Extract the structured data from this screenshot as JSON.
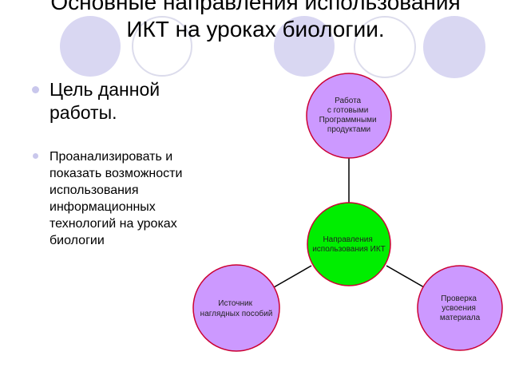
{
  "title": {
    "line1": "Основные направления использования",
    "line2": "ИКТ на уроках биологии."
  },
  "bullets": {
    "goal": "Цель данной работы.",
    "description": "Проанализировать и показать возможности использования информационных технологий на уроках биологии"
  },
  "diagram": {
    "center": {
      "lines": [
        "Направления",
        "использования ИКТ"
      ],
      "color": "#00ee00"
    },
    "nodes": [
      {
        "id": "top",
        "lines": [
          "Работа",
          "с готовыми",
          "Программными",
          "продуктами"
        ],
        "color": "#cc99ff"
      },
      {
        "id": "left",
        "lines": [
          "Источник",
          "наглядных пособий"
        ],
        "color": "#cc99ff"
      },
      {
        "id": "right",
        "lines": [
          "Проверка",
          "усвоения",
          "материала"
        ],
        "color": "#cc99ff"
      }
    ]
  },
  "colors": {
    "decor_filled": "#d9d7f2",
    "node_stroke": "#cc0033"
  }
}
